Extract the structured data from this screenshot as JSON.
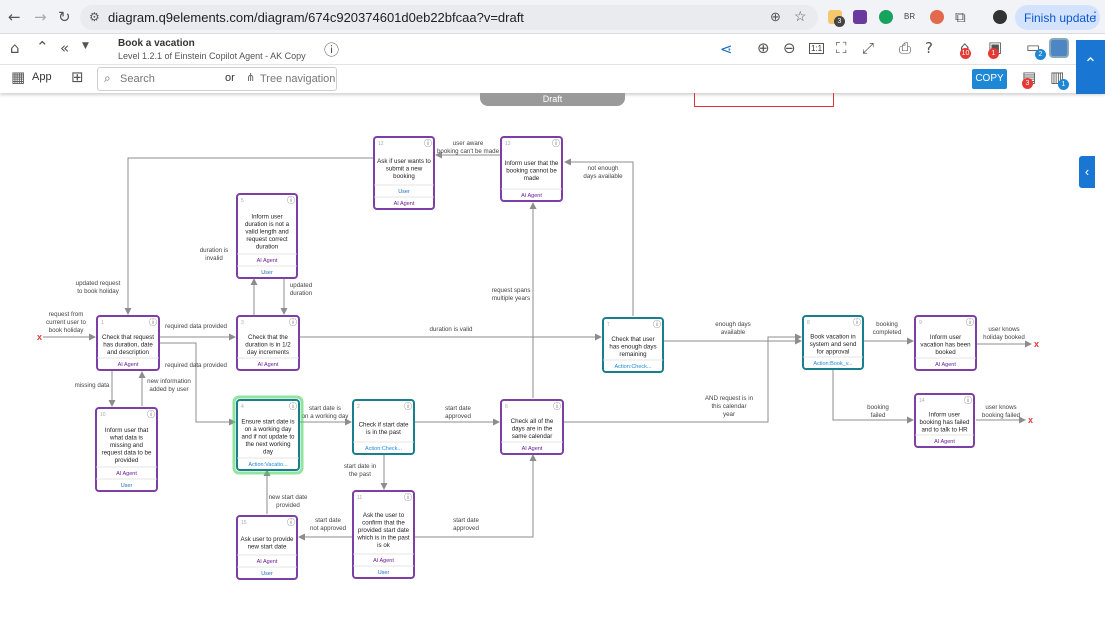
{
  "browser": {
    "url": "diagram.q9elements.com/diagram/674c920374601d0eb22bfcaa?v=draft",
    "finish_label": "Finish update",
    "ext_badge": "3",
    "ext_br": "BR"
  },
  "header": {
    "title": "Book a vacation",
    "subtitle": "Level 1.2.1 of Einstein Copilot Agent - AK Copy"
  },
  "toolbar": {
    "app_label": "App",
    "search_placeholder": "Search",
    "or_label": "or",
    "tree_nav_label": "Tree navigation",
    "copy_label": "COPY",
    "zoom_reset_label": "1:1",
    "badges": {
      "b1": "10",
      "b2": "1",
      "b3": "2",
      "b4": "3",
      "b5": "1"
    }
  },
  "canvas": {
    "draft_label": "Draft",
    "start_marker": "x",
    "end_marker": "x"
  },
  "colors": {
    "purple": "#7b3fa6",
    "teal": "#1a7f8c",
    "green_glow": "#47d15f",
    "accent": "#1e88d6",
    "edge": "#8d8d8d"
  },
  "nodes": [
    {
      "id": "n1",
      "num": "1",
      "type": "purple",
      "lines": [
        "Check that request",
        "has duration, date",
        "and description"
      ],
      "footer": [
        "AI Agent"
      ]
    },
    {
      "id": "n3",
      "num": "3",
      "type": "purple",
      "lines": [
        "Check that the",
        "duration is in 1/2",
        "day increments"
      ],
      "footer": [
        "AI Agent"
      ]
    },
    {
      "id": "n5",
      "num": "5",
      "type": "purple",
      "lines": [
        "Inform user",
        "duration is not a",
        "valid length and",
        "request correct",
        "duration"
      ],
      "footer": [
        "AI Agent",
        "User"
      ]
    },
    {
      "id": "n10",
      "num": "10",
      "type": "purple",
      "lines": [
        "Inform user that",
        "what data is",
        "missing and",
        "request data to be",
        "provided"
      ],
      "footer": [
        "AI Agent",
        "User"
      ]
    },
    {
      "id": "n4",
      "num": "4",
      "type": "green",
      "lines": [
        "Ensure start date is",
        "on a working day",
        "and if not update to",
        "the next working",
        "day"
      ],
      "footer": [
        "Action:Vacatio..."
      ]
    },
    {
      "id": "n2",
      "num": "2",
      "type": "teal",
      "lines": [
        "Check if start date",
        "is in the past"
      ],
      "footer": [
        "Action:Check..."
      ]
    },
    {
      "id": "n6",
      "num": "6",
      "type": "purple",
      "lines": [
        "Check all of the",
        "days are in the",
        "same calendar"
      ],
      "footer": [
        "AI Agent"
      ]
    },
    {
      "id": "n11",
      "num": "11",
      "type": "purple",
      "lines": [
        "Ask the user to",
        "confirm that the",
        "provided start date",
        "which is in the past",
        "is ok"
      ],
      "footer": [
        "AI Agent",
        "User"
      ]
    },
    {
      "id": "n15",
      "num": "15",
      "type": "purple",
      "lines": [
        "Ask user to provide",
        "new start date"
      ],
      "footer": [
        "AI Agent",
        "User"
      ]
    },
    {
      "id": "n12",
      "num": "12",
      "type": "purple",
      "lines": [
        "Ask if user wants to",
        "submit a new",
        "booking"
      ],
      "footer": [
        "User",
        "AI Agent"
      ]
    },
    {
      "id": "n13",
      "num": "13",
      "type": "purple",
      "lines": [
        "Inform user that the",
        "booking cannot be",
        "made"
      ],
      "footer": [
        "AI Agent"
      ]
    },
    {
      "id": "n7",
      "num": "7",
      "type": "teal",
      "lines": [
        "Check that user",
        "has enough days",
        "remaining"
      ],
      "footer": [
        "Action:Check..."
      ]
    },
    {
      "id": "n8",
      "num": "8",
      "type": "teal",
      "lines": [
        "Book vacation in",
        "system and send",
        "for approval"
      ],
      "footer": [
        "Action:Book_v..."
      ]
    },
    {
      "id": "n9",
      "num": "9",
      "type": "purple",
      "lines": [
        "Inform user",
        "vacation has been",
        "booked"
      ],
      "footer": [
        "AI Agent"
      ]
    },
    {
      "id": "n14",
      "num": "14",
      "type": "purple",
      "lines": [
        "Inform user",
        "booking has failed",
        "and to talk to HR"
      ],
      "footer": [
        "AI Agent"
      ]
    }
  ],
  "edge_labels": [
    {
      "id": "e_start",
      "lines": [
        "request from",
        "current user to",
        "book holiday"
      ]
    },
    {
      "id": "e_updated",
      "lines": [
        "updated request",
        "to book holiday"
      ]
    },
    {
      "id": "e_reqdata1",
      "lines": [
        "required data provided"
      ]
    },
    {
      "id": "e_reqdata2",
      "lines": [
        "required data provided"
      ]
    },
    {
      "id": "e_missing",
      "lines": [
        "missing data"
      ]
    },
    {
      "id": "e_newinfo",
      "lines": [
        "new information",
        "added by user"
      ]
    },
    {
      "id": "e_durinvalid",
      "lines": [
        "duration is",
        "invalid"
      ]
    },
    {
      "id": "e_updateddur",
      "lines": [
        "updated",
        "duration"
      ]
    },
    {
      "id": "e_durvalid",
      "lines": [
        "duration is valid"
      ]
    },
    {
      "id": "e_startwork",
      "lines": [
        "start date is",
        "on a working day"
      ]
    },
    {
      "id": "e_startapproved1",
      "lines": [
        "start date",
        "approved"
      ]
    },
    {
      "id": "e_startpast",
      "lines": [
        "start date in",
        "the past"
      ]
    },
    {
      "id": "e_startapproved2",
      "lines": [
        "start date",
        "approved"
      ]
    },
    {
      "id": "e_notapproved",
      "lines": [
        "start date",
        "not approved"
      ]
    },
    {
      "id": "e_newstart",
      "lines": [
        "new start date",
        "provided"
      ]
    },
    {
      "id": "e_spans",
      "lines": [
        "request spans",
        "multiple years"
      ]
    },
    {
      "id": "e_aware",
      "lines": [
        "user aware",
        "booking can't be made"
      ]
    },
    {
      "id": "e_notenough",
      "lines": [
        "not enough",
        "days available"
      ]
    },
    {
      "id": "e_enough",
      "lines": [
        "enough days",
        "available"
      ]
    },
    {
      "id": "e_andreq",
      "lines": [
        "AND request is in",
        "this calendar",
        "year"
      ]
    },
    {
      "id": "e_completed",
      "lines": [
        "booking",
        "completed"
      ]
    },
    {
      "id": "e_failed",
      "lines": [
        "booking",
        "failed"
      ]
    },
    {
      "id": "e_knowsbooked",
      "lines": [
        "user knows",
        "holiday booked"
      ]
    },
    {
      "id": "e_knowsfailed",
      "lines": [
        "user knows",
        "booking failed"
      ]
    }
  ]
}
